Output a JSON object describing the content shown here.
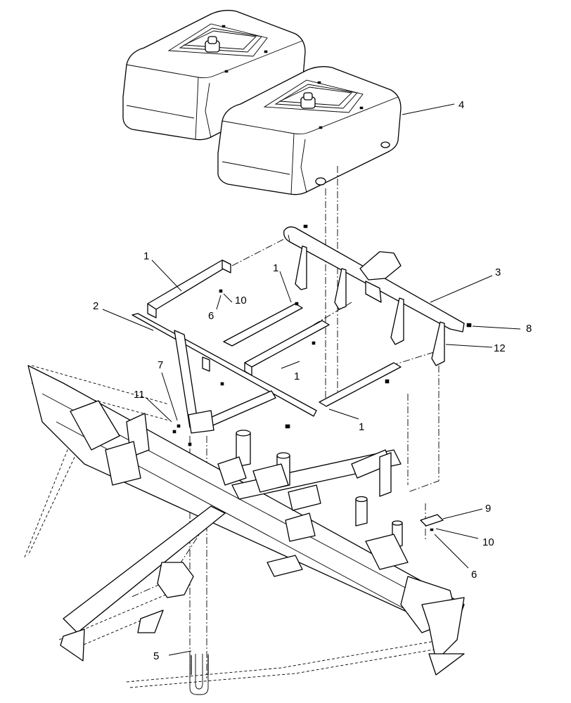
{
  "callouts": {
    "c1a": "1",
    "c1b": "1",
    "c1c": "1",
    "c1d": "1",
    "c2": "2",
    "c3": "3",
    "c4": "4",
    "c5": "5",
    "c6a": "6",
    "c6b": "6",
    "c7": "7",
    "c8": "8",
    "c9": "9",
    "c10a": "10",
    "c10b": "10",
    "c11": "11",
    "c12": "12"
  },
  "icons": {
    "weights": "weight-block-icon",
    "frame": "implement-frame-icon"
  }
}
